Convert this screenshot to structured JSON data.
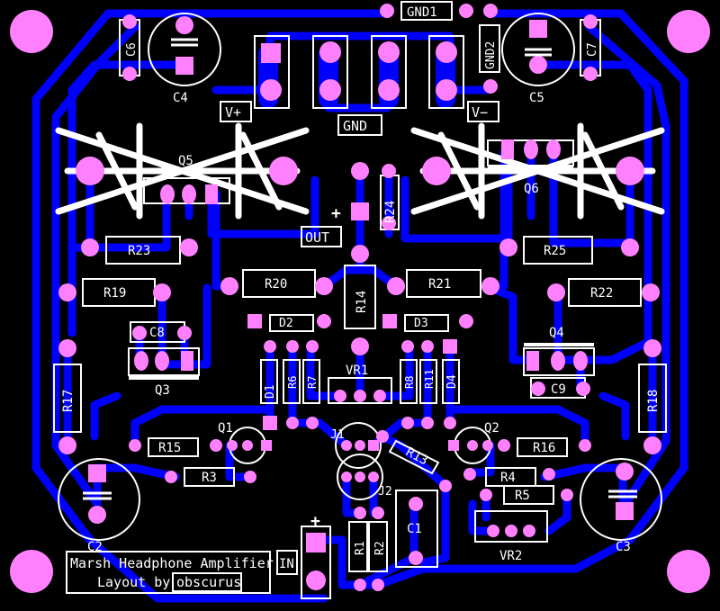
{
  "board": {
    "title_line1": "Marsh Headphone Amplifier",
    "title_line2_prefix": "Layout by",
    "title_line2_author": "obscurus"
  },
  "terminals": {
    "gnd1": "GND1",
    "gnd2": "GND2",
    "vplus": "V+",
    "vminus": "V−",
    "gnd": "GND",
    "out": "OUT",
    "in": "IN",
    "plus": "+"
  },
  "components": {
    "resistors": [
      "R1",
      "R2",
      "R3",
      "R4",
      "R5",
      "R6",
      "R7",
      "R8",
      "R11",
      "R13",
      "R14",
      "R15",
      "R16",
      "R17",
      "R18",
      "R19",
      "R20",
      "R21",
      "R22",
      "R23",
      "R24",
      "R25"
    ],
    "capacitors": [
      "C1",
      "C2",
      "C3",
      "C4",
      "C5",
      "C6",
      "C7",
      "C8",
      "C9"
    ],
    "transistors": [
      "Q1",
      "Q2",
      "Q3",
      "Q4",
      "Q5",
      "Q6"
    ],
    "diodes": [
      "D1",
      "D2",
      "D3",
      "D4"
    ],
    "pots": [
      "VR1",
      "VR2"
    ],
    "jumpers": [
      "J1",
      "J2"
    ]
  },
  "colors": {
    "background": "#000000",
    "copper": "#0000ff",
    "pad": "#ff80ff",
    "silkscreen": "#ffffff"
  }
}
